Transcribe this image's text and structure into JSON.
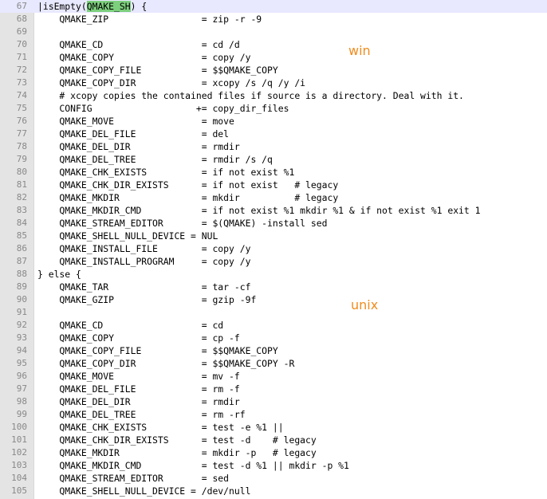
{
  "colors": {
    "gutter_bg": "#e4e4e4",
    "line_number": "#888888",
    "highlight": "#7ccf7c",
    "current_line": "#e8e8ff",
    "annotation": "#f08c1e"
  },
  "annotations": {
    "win": "win",
    "unix": "unix"
  },
  "lines": [
    {
      "n": "67",
      "pre": "|isEmpty(",
      "hl": "QMAKE_SH",
      "post": ") {"
    },
    {
      "n": "68",
      "text": "    QMAKE_ZIP                 = zip -r -9"
    },
    {
      "n": "69",
      "text": ""
    },
    {
      "n": "70",
      "text": "    QMAKE_CD                  = cd /d"
    },
    {
      "n": "71",
      "text": "    QMAKE_COPY                = copy /y"
    },
    {
      "n": "72",
      "text": "    QMAKE_COPY_FILE           = $$QMAKE_COPY"
    },
    {
      "n": "73",
      "text": "    QMAKE_COPY_DIR            = xcopy /s /q /y /i"
    },
    {
      "n": "74",
      "text": "    # xcopy copies the contained files if source is a directory. Deal with it."
    },
    {
      "n": "75",
      "text": "    CONFIG                   += copy_dir_files"
    },
    {
      "n": "76",
      "text": "    QMAKE_MOVE                = move"
    },
    {
      "n": "77",
      "text": "    QMAKE_DEL_FILE            = del"
    },
    {
      "n": "78",
      "text": "    QMAKE_DEL_DIR             = rmdir"
    },
    {
      "n": "79",
      "text": "    QMAKE_DEL_TREE            = rmdir /s /q"
    },
    {
      "n": "80",
      "text": "    QMAKE_CHK_EXISTS          = if not exist %1"
    },
    {
      "n": "81",
      "text": "    QMAKE_CHK_DIR_EXISTS      = if not exist   # legacy"
    },
    {
      "n": "82",
      "text": "    QMAKE_MKDIR               = mkdir          # legacy"
    },
    {
      "n": "83",
      "text": "    QMAKE_MKDIR_CMD           = if not exist %1 mkdir %1 & if not exist %1 exit 1"
    },
    {
      "n": "84",
      "text": "    QMAKE_STREAM_EDITOR       = $(QMAKE) -install sed"
    },
    {
      "n": "85",
      "text": "    QMAKE_SHELL_NULL_DEVICE = NUL"
    },
    {
      "n": "86",
      "text": "    QMAKE_INSTALL_FILE        = copy /y"
    },
    {
      "n": "87",
      "text": "    QMAKE_INSTALL_PROGRAM     = copy /y"
    },
    {
      "n": "88",
      "text": "} else {"
    },
    {
      "n": "89",
      "text": "    QMAKE_TAR                 = tar -cf"
    },
    {
      "n": "90",
      "text": "    QMAKE_GZIP                = gzip -9f"
    },
    {
      "n": "91",
      "text": ""
    },
    {
      "n": "92",
      "text": "    QMAKE_CD                  = cd"
    },
    {
      "n": "93",
      "text": "    QMAKE_COPY                = cp -f"
    },
    {
      "n": "94",
      "text": "    QMAKE_COPY_FILE           = $$QMAKE_COPY"
    },
    {
      "n": "95",
      "text": "    QMAKE_COPY_DIR            = $$QMAKE_COPY -R"
    },
    {
      "n": "96",
      "text": "    QMAKE_MOVE                = mv -f"
    },
    {
      "n": "97",
      "text": "    QMAKE_DEL_FILE            = rm -f"
    },
    {
      "n": "98",
      "text": "    QMAKE_DEL_DIR             = rmdir"
    },
    {
      "n": "99",
      "text": "    QMAKE_DEL_TREE            = rm -rf"
    },
    {
      "n": "100",
      "text": "    QMAKE_CHK_EXISTS          = test -e %1 ||"
    },
    {
      "n": "101",
      "text": "    QMAKE_CHK_DIR_EXISTS      = test -d    # legacy"
    },
    {
      "n": "102",
      "text": "    QMAKE_MKDIR               = mkdir -p   # legacy"
    },
    {
      "n": "103",
      "text": "    QMAKE_MKDIR_CMD           = test -d %1 || mkdir -p %1"
    },
    {
      "n": "104",
      "text": "    QMAKE_STREAM_EDITOR       = sed"
    },
    {
      "n": "105",
      "text": "    QMAKE_SHELL_NULL_DEVICE = /dev/null"
    }
  ]
}
